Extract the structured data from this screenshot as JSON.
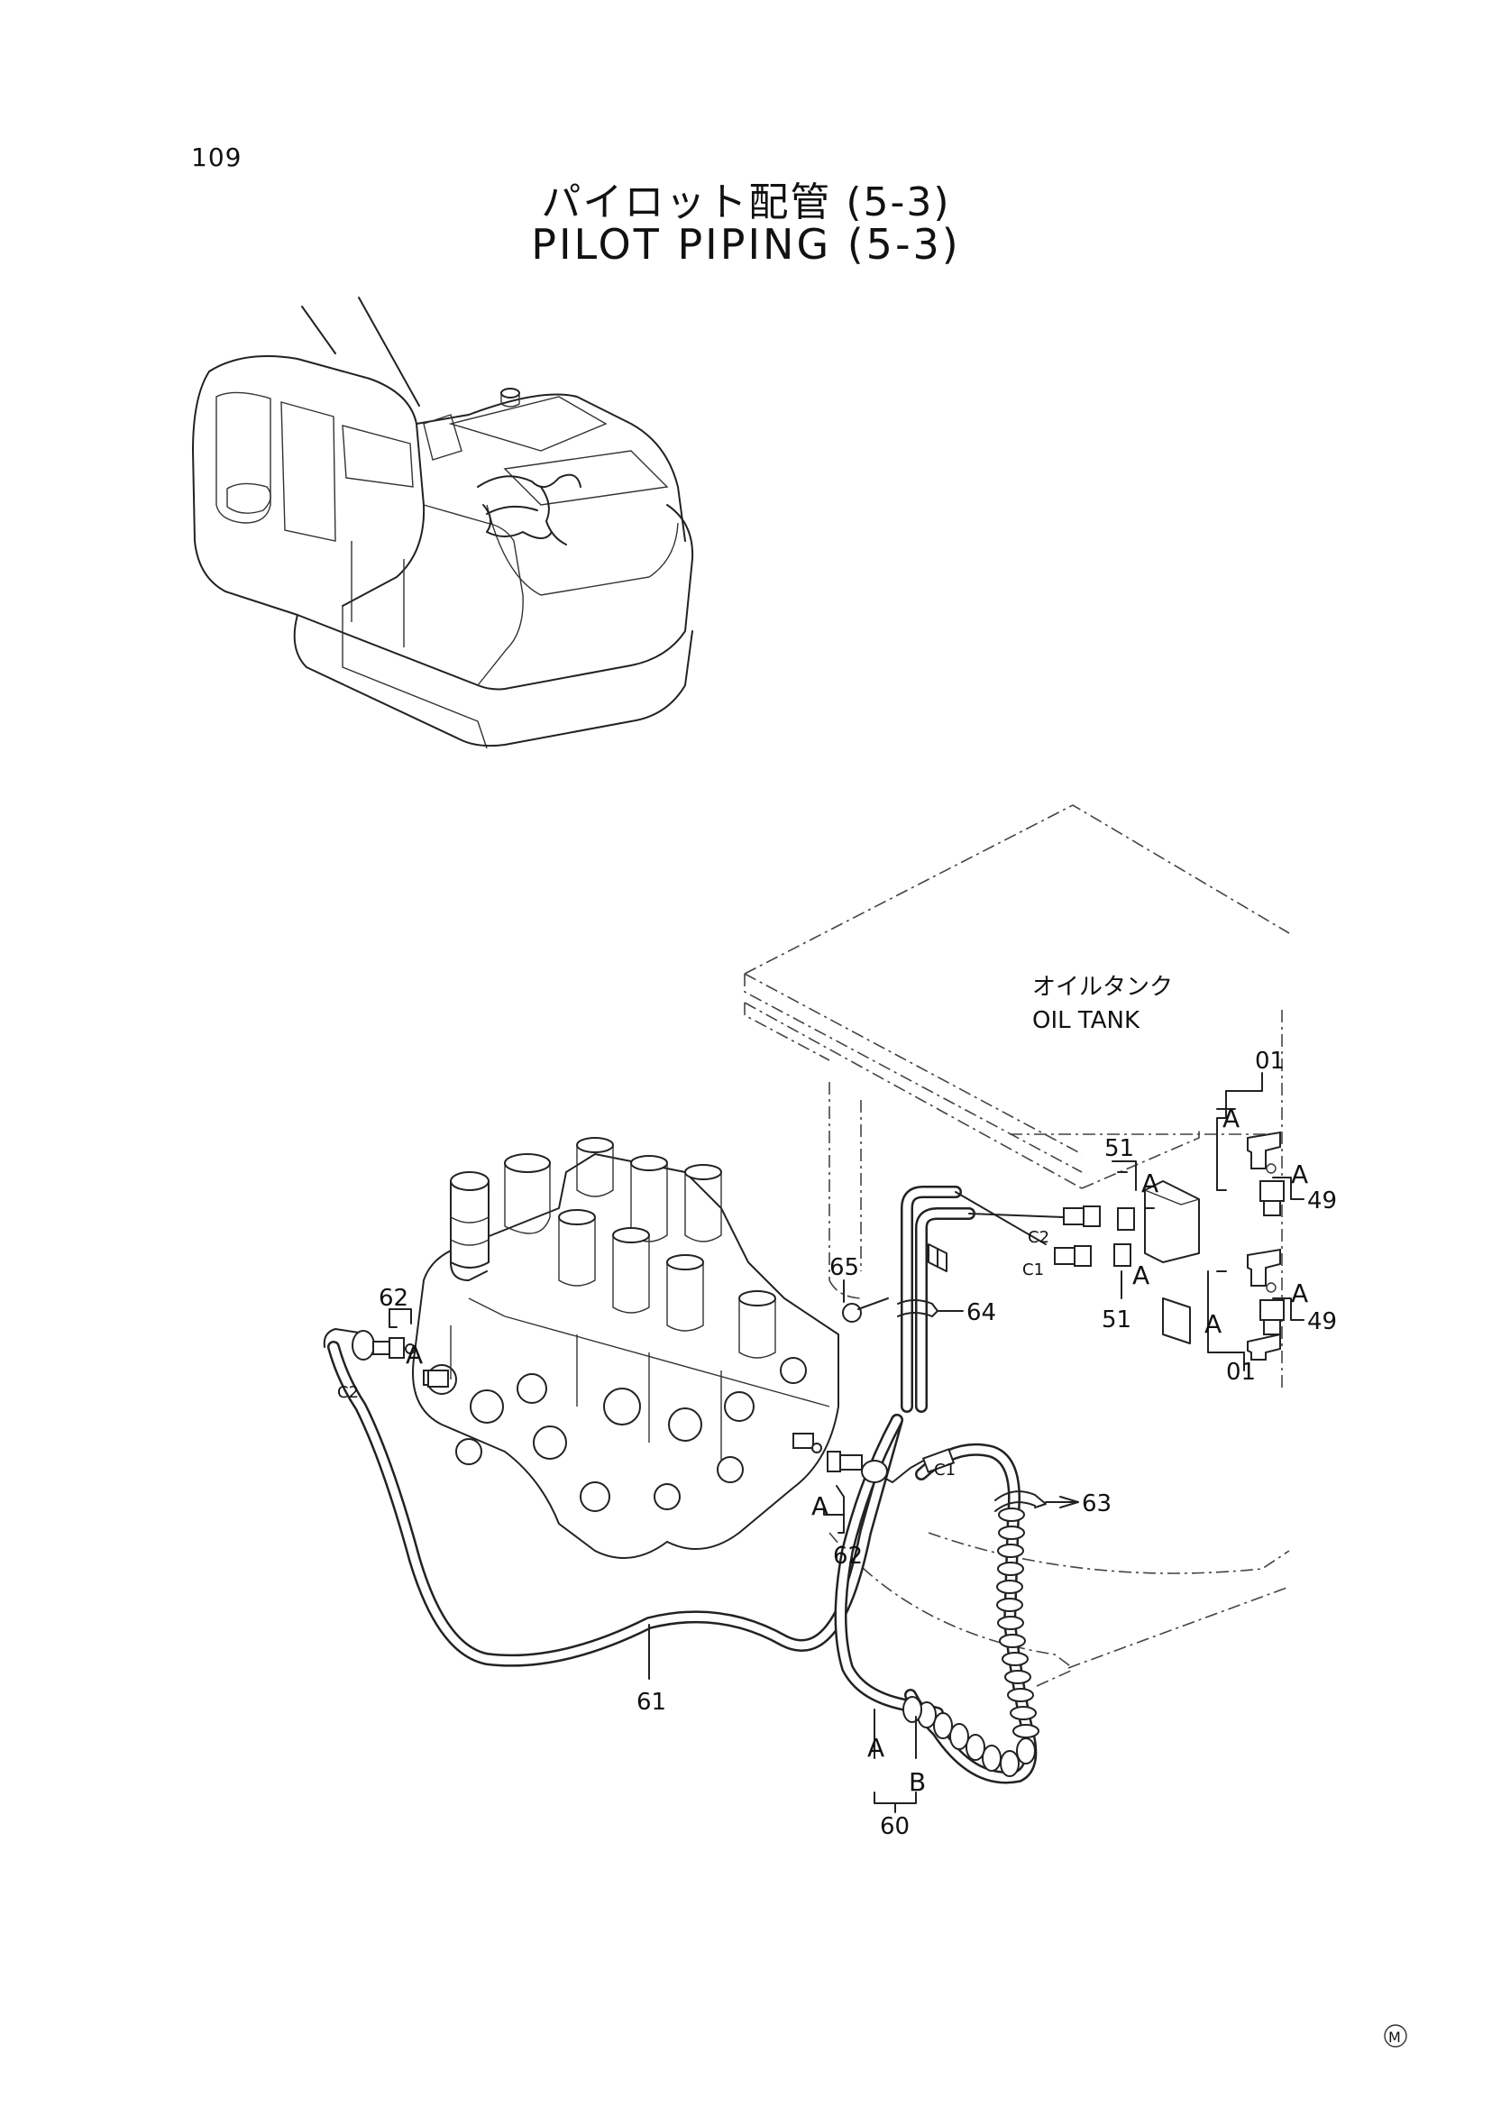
{
  "page": {
    "number": "109",
    "title_jp": "パイロット配管 (5-3)",
    "title_en": "PILOT PIPING (5-3)",
    "footer_mark": "M"
  },
  "tank": {
    "label_jp": "オイルタンク",
    "label_en": "OIL TANK"
  },
  "callouts": {
    "p01_top": "01",
    "p01_bottom": "01",
    "p49_top": "49",
    "p49_bottom": "49",
    "p51_top": "51",
    "p51_bottom": "51",
    "p60": "60",
    "p61": "61",
    "p62_left": "62",
    "p62_right": "62",
    "p63": "63",
    "p64": "64",
    "p65": "65"
  },
  "connection_marks": {
    "a": "A",
    "b": "B",
    "c1": "C1",
    "c2": "C2"
  }
}
